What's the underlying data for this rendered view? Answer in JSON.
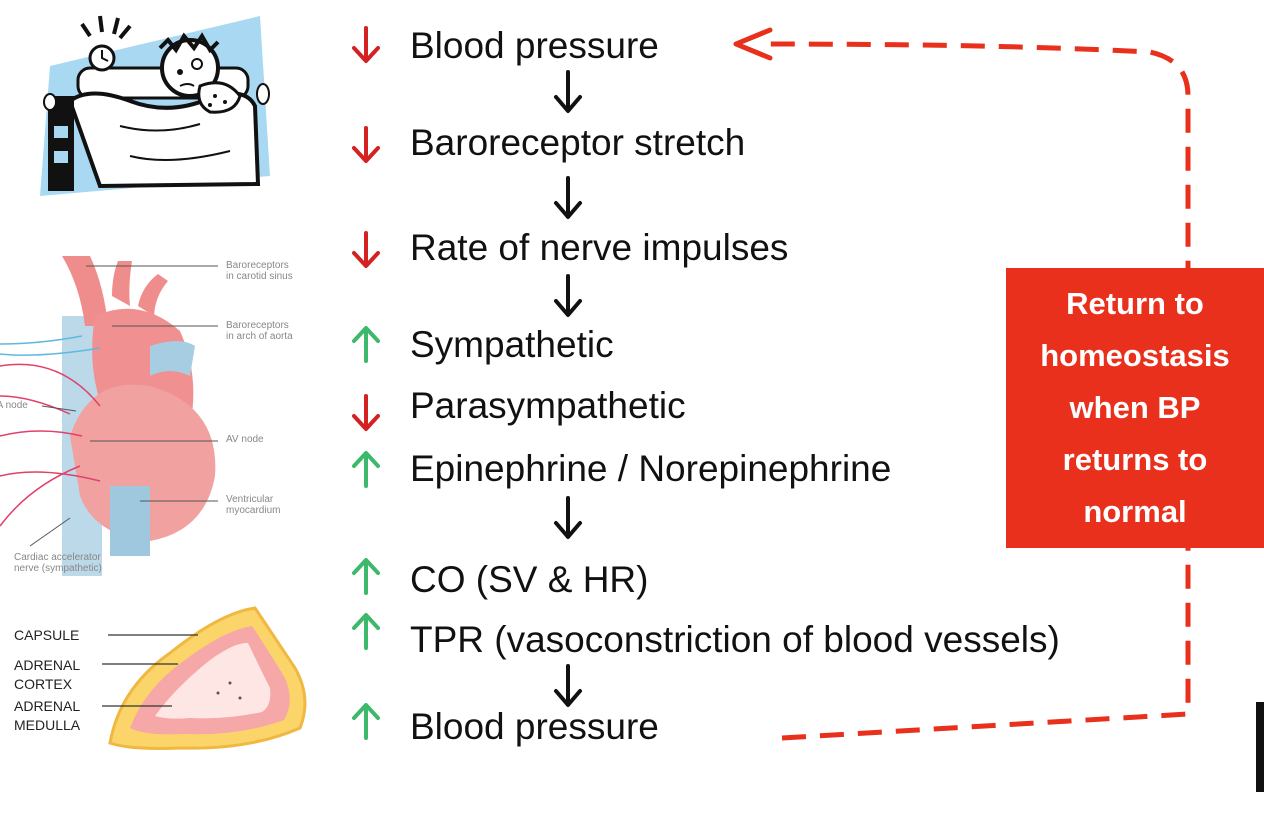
{
  "steps": [
    {
      "text": "Blood pressure",
      "dir": "down"
    },
    {
      "text": "Baroreceptor stretch",
      "dir": "down"
    },
    {
      "text": "Rate of nerve impulses",
      "dir": "down"
    },
    {
      "text": "Sympathetic",
      "dir": "up"
    },
    {
      "text": "Parasympathetic",
      "dir": "down"
    },
    {
      "text": "Epinephrine / Norepinephrine",
      "dir": "up"
    },
    {
      "text": "CO (SV & HR)",
      "dir": "up"
    },
    {
      "text": "TPR (vasoconstriction of blood vessels)",
      "dir": "up"
    },
    {
      "text": "Blood pressure",
      "dir": "up"
    }
  ],
  "feedback": {
    "label": "Return to\nhomeostasis\nwhen BP\nreturns to\nnormal"
  },
  "heart_labels": {
    "carotid": "Baroreceptors\nin carotid sinus",
    "aorta": "Baroreceptors\nin arch of aorta",
    "sa_node": "SA node",
    "av_node": "AV node",
    "ventricular": "Ventricular\nmyocardium",
    "accelerator": "Cardiac accelerator\nnerve (sympathetic)"
  },
  "adrenal_labels": {
    "capsule": "CAPSULE",
    "cortex": "ADRENAL\nCORTEX",
    "medulla": "ADRENAL\nMEDULLA"
  },
  "colors": {
    "down_arrow": "#d42121",
    "up_arrow": "#3cb96a",
    "flow_arrow": "#111111",
    "feedback": "#e8301c"
  }
}
